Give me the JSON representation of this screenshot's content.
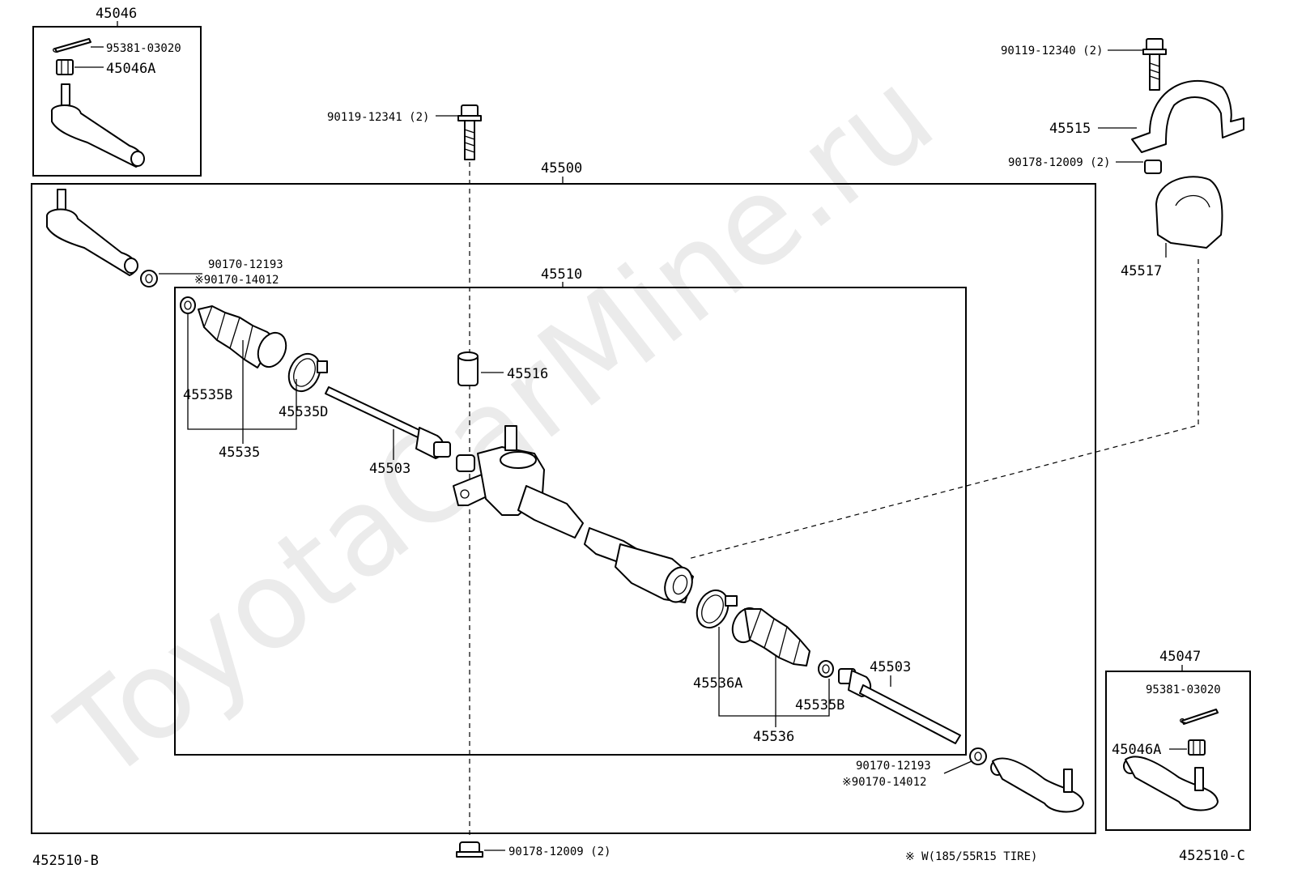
{
  "watermark": "ToyotaCarMine.ru",
  "labels": {
    "assy_left_group": "45046",
    "cotter_pin_top": "95381-03020",
    "nut_top": "45046A",
    "bolt_mid": "90119-12341 (2)",
    "rack_assy": "45500",
    "bolt_right": "90119-12340 (2)",
    "bracket": "45515",
    "nut_right": "90178-12009 (2)",
    "grommet": "45517",
    "washer_left_a": "90170-12193",
    "washer_left_b": "※90170-14012",
    "gear_sub_assy": "45510",
    "bushing": "45516",
    "boot_clip_left": "45535B",
    "boot_clamp_left": "45535D",
    "boot_left": "45535",
    "tie_rod_left": "45503",
    "tie_rod_right": "45503",
    "boot_clamp_right": "45536A",
    "boot_clip_right": "45535B",
    "boot_right": "45536",
    "assy_right_group": "45047",
    "cotter_pin_bottom": "95381-03020",
    "nut_bottom": "45046A",
    "washer_right_a": "90170-12193",
    "washer_right_b": "※90170-14012",
    "nut_bottom_center": "90178-12009 (2)",
    "fig_code_left": "452510-B",
    "footnote": "※ W(185/55R15 TIRE)",
    "fig_code_right": "452510-C"
  }
}
